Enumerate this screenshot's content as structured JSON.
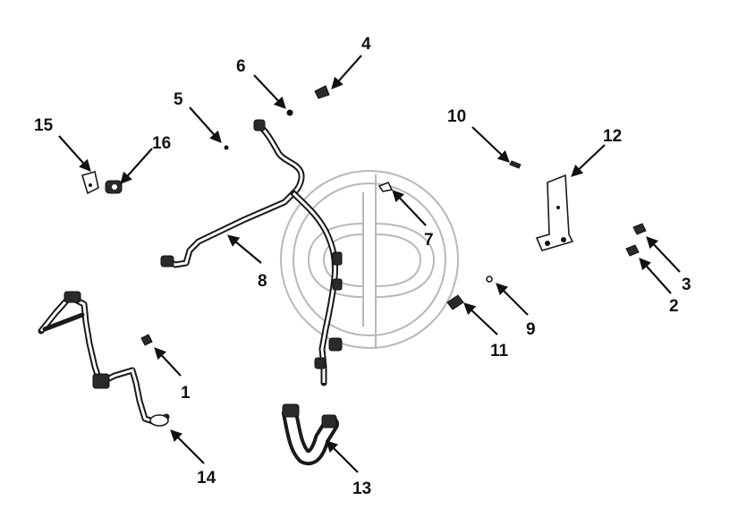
{
  "diagram": {
    "watermark_colors": {
      "outline": "#b8b8b8"
    },
    "callouts": [
      {
        "id": "1",
        "label": "1"
      },
      {
        "id": "2",
        "label": "2"
      },
      {
        "id": "3",
        "label": "3"
      },
      {
        "id": "4",
        "label": "4"
      },
      {
        "id": "5",
        "label": "5"
      },
      {
        "id": "6",
        "label": "6"
      },
      {
        "id": "7",
        "label": "7"
      },
      {
        "id": "8",
        "label": "8"
      },
      {
        "id": "9",
        "label": "9"
      },
      {
        "id": "10",
        "label": "10"
      },
      {
        "id": "11",
        "label": "11"
      },
      {
        "id": "12",
        "label": "12"
      },
      {
        "id": "13",
        "label": "13"
      },
      {
        "id": "14",
        "label": "14"
      },
      {
        "id": "15",
        "label": "15"
      },
      {
        "id": "16",
        "label": "16"
      }
    ]
  }
}
